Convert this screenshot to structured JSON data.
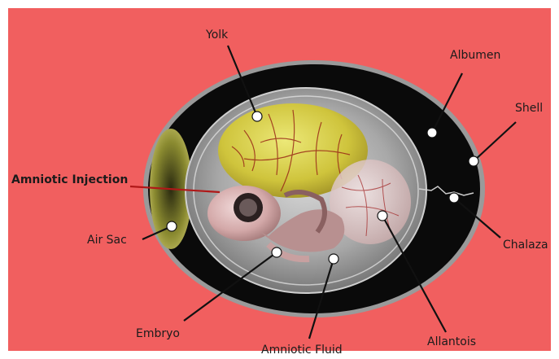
{
  "labels": {
    "yolk": "Yolk",
    "albumen": "Albumen",
    "shell": "Shell",
    "amniotic_injection": "Amniotic Injection",
    "air_sac": "Air Sac",
    "chalaza": "Chalaza",
    "embryo": "Embryo",
    "amniotic_fluid": "Amniotic Fluid",
    "allantois": "Allantois"
  },
  "colors": {
    "background": "#f15f5f",
    "shell_dark": "#0a0a0a",
    "yolk": "#d9d24a",
    "injection_line": "#b01818"
  }
}
